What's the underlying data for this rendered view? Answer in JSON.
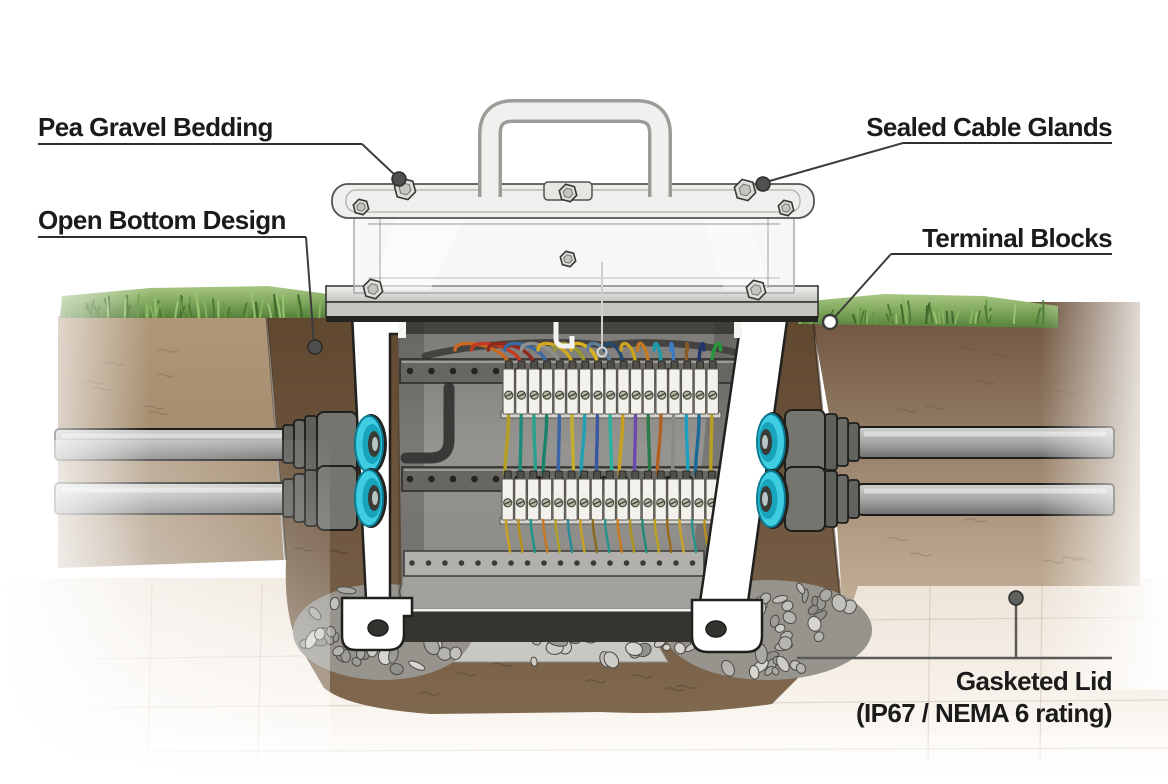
{
  "figure": {
    "type": "cutaway technical illustration",
    "subject": "Buried waterproof junction box cross-section"
  },
  "labels": {
    "pea_gravel_bedding": "Pea Gravel Bedding",
    "open_bottom_design": "Open Bottom Design",
    "sealed_cable_glands": "Sealed Cable Glands",
    "terminal_blocks": "Terminal Blocks",
    "gasketed_lid_line1": "Gasketed Lid",
    "gasketed_lid_line2": "(IP67 / NEMA 6 rating)"
  },
  "style": {
    "label_color": "#1b1b1b",
    "leader_color": "#3d3d3b",
    "gland_seal_color": "#3fcde2",
    "gland_seal_dark": "#18a4bc",
    "grass_color": "#7fa85c",
    "topsoil_color": "#ab9177",
    "trench_color": "#6b543e",
    "enclosure_cut_color": "#ffffff",
    "interior_color": "#8d8b88",
    "conduit_color": "#a6a6a4",
    "gravel_color": "#b5b3ad",
    "floor_color": "#efe7dc",
    "gravel_palette": [
      "#d7d5d0",
      "#c2c0ba",
      "#aba9a3",
      "#918f89",
      "#ceccc6",
      "#b6b4ae",
      "#9d9b95"
    ],
    "grass_palette": [
      "#4e7a34",
      "#6a9a48",
      "#86b460",
      "#3f6a2c",
      "#99c272"
    ]
  },
  "wiring": {
    "terminal_rows": 2,
    "terminals_per_row": 17,
    "top_wire_colors": [
      "#c9681e",
      "#c23a20",
      "#93291a",
      "#3a68a4",
      "#8f8f8d",
      "#d2a81e",
      "#97972f",
      "#dcb31f",
      "#5d7d9e",
      "#24486e",
      "#caa41e",
      "#c87a22",
      "#1f9aaa",
      "#3e7cc2",
      "#8a5a28",
      "#20366a",
      "#28963c"
    ],
    "mid_wire_colors": [
      "#b3a023",
      "#1e8a78",
      "#2aa08e",
      "#18836a",
      "#3a66a8",
      "#c2b02a",
      "#20a0b2",
      "#3858a0",
      "#28b49e",
      "#c8a020",
      "#6a4ab0",
      "#2a7a4a",
      "#b06020",
      "#888a86",
      "#20a0c0",
      "#1a6a9a",
      "#b8a022"
    ],
    "bottom_wire_colors": [
      "#c8a020",
      "#b8901c",
      "#20948a",
      "#c87820",
      "#b0a024",
      "#2a8a9a",
      "#c8a020",
      "#8a6a1c",
      "#24948a",
      "#c87a20",
      "#b0941e",
      "#208a7a",
      "#c0a020",
      "#986a18",
      "#c8a22a",
      "#2a948a",
      "#b89020",
      "#c07a1e"
    ]
  }
}
